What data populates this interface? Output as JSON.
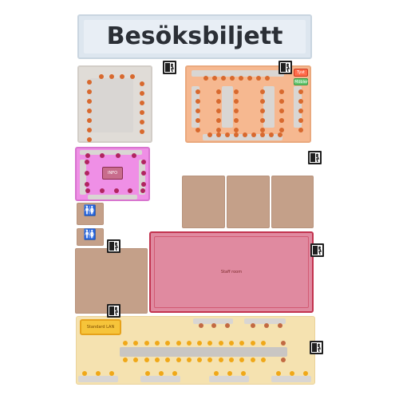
{
  "header": {
    "title": "Besöksbiljett"
  },
  "rooms": {
    "quiet_label": "Tyst",
    "green_label": "Möbler",
    "info_label": "INFO",
    "staff_label": "Staff room",
    "standard_lan_label": "Standard LAN"
  },
  "icons": {
    "exit": "emergency-exit-icon",
    "toilet": "toilet-icon"
  },
  "colors": {
    "orange_room": "#f6b890",
    "pink_room": "#ef8fe6",
    "staff_room": "#e08aa0",
    "lan_area": "#f5e2b0",
    "seat_orange": "#d8692e",
    "seat_yellow": "#f0a818"
  }
}
